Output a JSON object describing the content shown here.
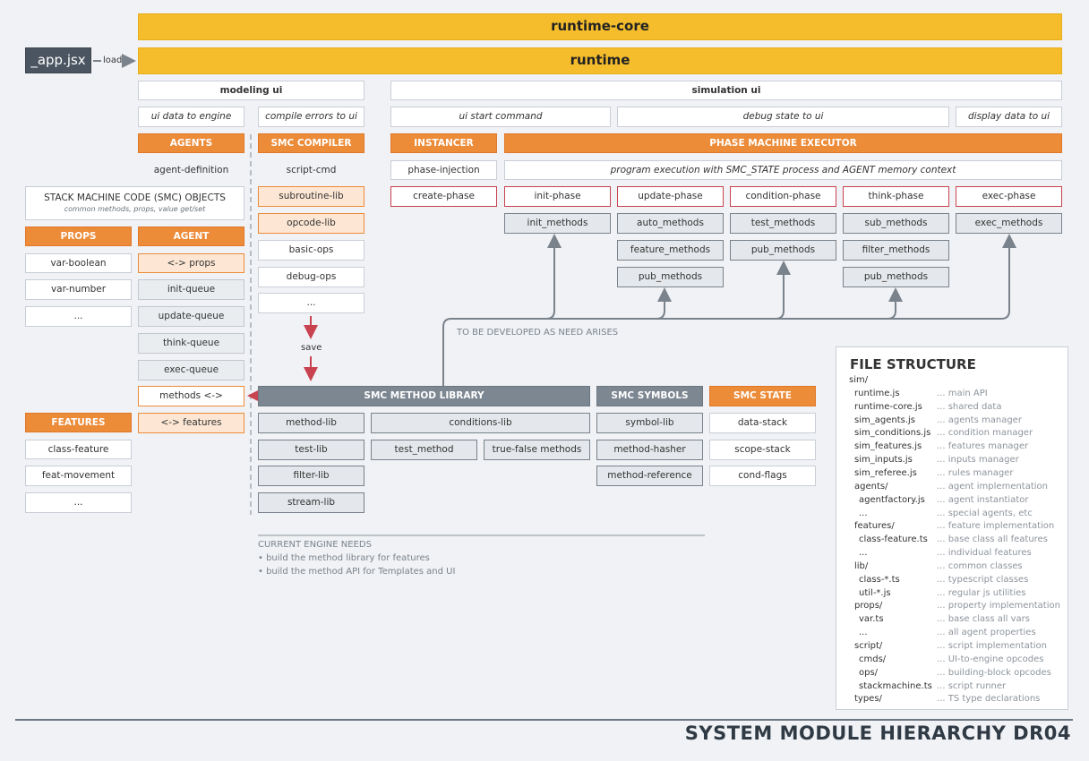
{
  "top": {
    "runtime_core": "runtime-core",
    "runtime": "runtime",
    "app": "_app.jsx",
    "load": "load"
  },
  "modeling": {
    "title": "modeling ui",
    "ui_data_to_engine": "ui data to engine",
    "compile_errors_to_ui": "compile errors to ui",
    "agents_header": "AGENTS",
    "agent_definition": "agent-definition",
    "smc_compiler_header": "SMC COMPILER",
    "compiler_items": [
      "script-cmd",
      "subroutine-lib",
      "opcode-lib",
      "basic-ops",
      "debug-ops",
      "..."
    ],
    "save": "save"
  },
  "simulation": {
    "title": "simulation ui",
    "ui_start_command": "ui start command",
    "debug_state_to_ui": "debug state to ui",
    "display_data_to_ui": "display data to ui",
    "instancer_header": "INSTANCER",
    "phase_injection": "phase-injection",
    "create_phase": "create-phase",
    "pme_header": "PHASE MACHINE EXECUTOR",
    "program_execution": "program execution with SMC_STATE process and AGENT memory context",
    "phases": [
      "init-phase",
      "update-phase",
      "condition-phase",
      "think-phase",
      "exec-phase"
    ],
    "methods": {
      "init": [
        "init_methods"
      ],
      "update": [
        "auto_methods",
        "feature_methods",
        "pub_methods"
      ],
      "condition": [
        "test_methods",
        "pub_methods"
      ],
      "think": [
        "sub_methods",
        "filter_methods",
        "pub_methods"
      ],
      "exec": [
        "exec_methods"
      ]
    },
    "to_be_developed": "TO BE DEVELOPED AS NEED ARISES"
  },
  "smc_objects": {
    "title": "STACK MACHINE CODE (SMC) OBJECTS",
    "subtitle": "common methods, props, value get/set",
    "props_header": "PROPS",
    "props_items": [
      "var-boolean",
      "var-number",
      "..."
    ],
    "agent_header": "AGENT",
    "agent_items": [
      "<-> props",
      "init-queue",
      "update-queue",
      "think-queue",
      "exec-queue",
      "methods <->",
      "<-> features"
    ],
    "features_header": "FEATURES",
    "features_items": [
      "class-feature",
      "feat-movement",
      "..."
    ]
  },
  "library": {
    "method_library_header": "SMC METHOD LIBRARY",
    "method_lib": "method-lib",
    "conditions_lib": "conditions-lib",
    "test_lib": "test-lib",
    "test_method": "test_method",
    "true_false_methods": "true-false methods",
    "filter_lib": "filter-lib",
    "stream_lib": "stream-lib",
    "symbols_header": "SMC SYMBOLS",
    "symbols_items": [
      "symbol-lib",
      "method-hasher",
      "method-reference"
    ],
    "state_header": "SMC STATE",
    "state_items": [
      "data-stack",
      "scope-stack",
      "cond-flags"
    ]
  },
  "needs": {
    "title": "CURRENT ENGINE NEEDS",
    "items": [
      "• build the method library for features",
      "• build the method API for Templates and UI"
    ]
  },
  "file_structure": {
    "title": "FILE STRUCTURE",
    "rows": [
      {
        "path": "sim/",
        "desc": ""
      },
      {
        "path": "runtime.js",
        "desc": "... main API"
      },
      {
        "path": "runtime-core.js",
        "desc": "... shared data"
      },
      {
        "path": "sim_agents.js",
        "desc": "... agents manager"
      },
      {
        "path": "sim_conditions.js",
        "desc": "... condition manager"
      },
      {
        "path": "sim_features.js",
        "desc": "... features manager"
      },
      {
        "path": "sim_inputs.js",
        "desc": "... inputs manager"
      },
      {
        "path": "sim_referee.js",
        "desc": "... rules manager"
      },
      {
        "path": "agents/",
        "desc": "... agent implementation"
      },
      {
        "path": "agentfactory.js",
        "desc": "... agent instantiator"
      },
      {
        "path": "...",
        "desc": "... special agents, etc"
      },
      {
        "path": "features/",
        "desc": "... feature implementation"
      },
      {
        "path": "class-feature.ts",
        "desc": "... base class all features"
      },
      {
        "path": "...",
        "desc": "... individual features"
      },
      {
        "path": "lib/",
        "desc": "... common classes"
      },
      {
        "path": "class-*.ts",
        "desc": "... typescript classes"
      },
      {
        "path": "util-*.js",
        "desc": "... regular js utilities"
      },
      {
        "path": "props/",
        "desc": "... property implementation"
      },
      {
        "path": "var.ts",
        "desc": "... base class all vars"
      },
      {
        "path": "...",
        "desc": "... all agent properties"
      },
      {
        "path": "script/",
        "desc": "... script implementation"
      },
      {
        "path": "cmds/",
        "desc": "... UI-to-engine opcodes"
      },
      {
        "path": "ops/",
        "desc": "... building-block opcodes"
      },
      {
        "path": "stackmachine.ts",
        "desc": "... script runner"
      },
      {
        "path": "types/",
        "desc": "... TS type declarations"
      }
    ]
  },
  "diagram_title": "SYSTEM MODULE HIERARCHY DR04",
  "colors": {
    "yellow": "#f5bd2b",
    "orange": "#ec8b38",
    "slate": "#7d8792",
    "red": "#c8424f",
    "dark": "#4a5561"
  }
}
